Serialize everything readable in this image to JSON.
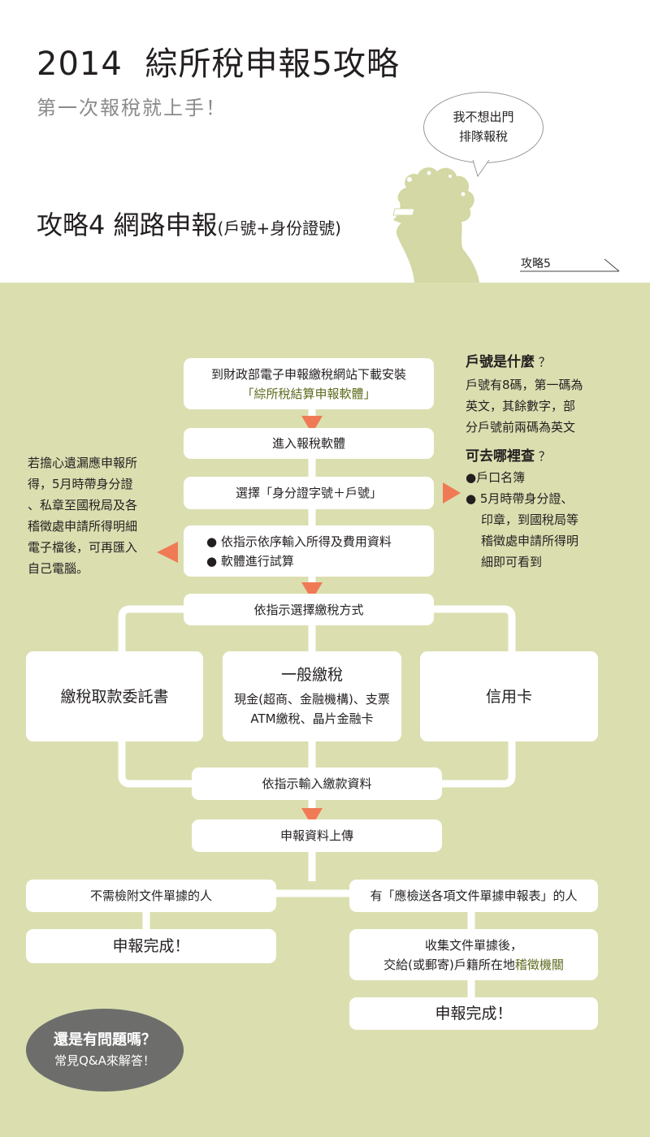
{
  "header": {
    "year": "2014",
    "title": "綜所稅申報5攻略",
    "subtitle": "第一次報稅就上手！",
    "bubble_line1": "我不想出門",
    "bubble_line2": "排隊報稅",
    "section_title": "攻略4  網路申報",
    "section_sub": "(戶號+身份證號)",
    "next_link": "攻略5"
  },
  "flow": {
    "step1_line1": "到財政部電子申報繳稅網站下載安裝",
    "step1_line2": "「綜所稅結算申報軟體」",
    "step2": "進入報稅軟體",
    "step3": "選擇「身分證字號＋戶號」",
    "step4_line1": "● 依指示依序輸入所得及費用資料",
    "step4_line2": "● 軟體進行試算",
    "step5": "依指示選擇繳稅方式",
    "pay_left": "繳稅取款委託書",
    "pay_mid_title": "一般繳稅",
    "pay_mid_line1": "現金(超商、金融機構)、支票",
    "pay_mid_line2": "ATM繳稅、晶片金融卡",
    "pay_right": "信用卡",
    "step6": "依指示輸入繳款資料",
    "step7": "申報資料上傳",
    "left_branch": "不需檢附文件單據的人",
    "left_done": "申報完成！",
    "right_branch": "有「應檢送各項文件單據申報表」的人",
    "right_collect_line1": "收集文件單據後，",
    "right_collect_line2": "交給(或郵寄)戶籍所在地",
    "right_collect_hl": "稽徵機關",
    "right_done": "申報完成！"
  },
  "left_note": {
    "lines": [
      "若擔心遺漏應申報所",
      "得，5月時帶身分證",
      "、私章至國稅局及各",
      "稽徵處申請所得明細",
      "電子檔後，可再匯入",
      "自己電腦。"
    ]
  },
  "right_note": {
    "q1": "戶號是什麼",
    "q1_mark": "？",
    "a1_lines": [
      "戶號有8碼，第一碼為",
      "英文，其餘數字，部",
      "分戶號前兩碼為英文"
    ],
    "q2": "可去哪裡查",
    "q2_mark": "？",
    "item1": "●戶口名簿",
    "item2_lines": [
      "● 5月時帶身分證、",
      "印章，到國稅局等",
      "稽徵處申請所得明",
      "細即可看到"
    ]
  },
  "faq": {
    "line1": "還是有問題嗎？",
    "line2": "常見Q&A來解答！"
  },
  "colors": {
    "background": "#dbdfb0",
    "accent": "#f07a56",
    "highlight": "#5d6a1c",
    "faq_bg": "#6d6e6c"
  }
}
